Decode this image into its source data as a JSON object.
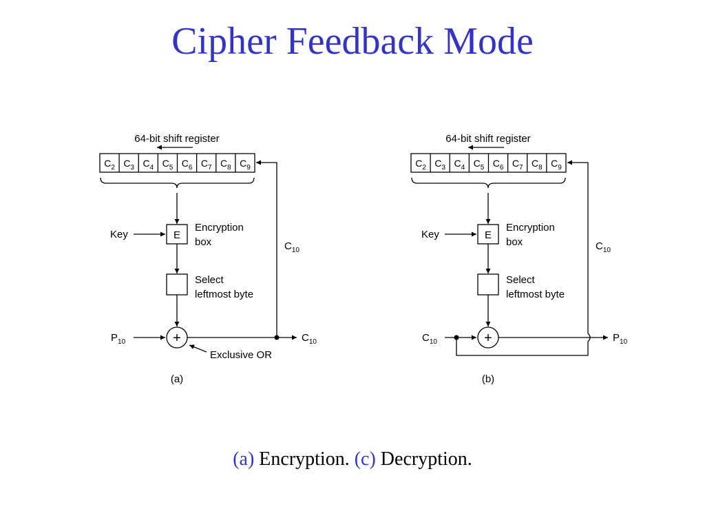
{
  "title": "Cipher Feedback Mode",
  "colors": {
    "title": "#3333cc",
    "caption_accent": "#3333cc",
    "diagram_ink": "#000000"
  },
  "panels": [
    {
      "id": "a",
      "shift_register_label": "64-bit shift register",
      "register_cells": [
        {
          "base": "C",
          "sub": "2"
        },
        {
          "base": "C",
          "sub": "3"
        },
        {
          "base": "C",
          "sub": "4"
        },
        {
          "base": "C",
          "sub": "5"
        },
        {
          "base": "C",
          "sub": "6"
        },
        {
          "base": "C",
          "sub": "7"
        },
        {
          "base": "C",
          "sub": "8"
        },
        {
          "base": "C",
          "sub": "9"
        }
      ],
      "key_label": "Key",
      "encryption_box_text": "E",
      "encryption_box_label": [
        "Encryption",
        "box"
      ],
      "select_label": [
        "Select",
        "leftmost byte"
      ],
      "feedback_label": {
        "base": "C",
        "sub": "10"
      },
      "xor_symbol": "+",
      "input_label": {
        "base": "P",
        "sub": "10"
      },
      "output_label": {
        "base": "C",
        "sub": "10"
      },
      "xor_annotation": "Exclusive OR",
      "panel_label": "(a)"
    },
    {
      "id": "b",
      "shift_register_label": "64-bit shift register",
      "register_cells": [
        {
          "base": "C",
          "sub": "2"
        },
        {
          "base": "C",
          "sub": "3"
        },
        {
          "base": "C",
          "sub": "4"
        },
        {
          "base": "C",
          "sub": "5"
        },
        {
          "base": "C",
          "sub": "6"
        },
        {
          "base": "C",
          "sub": "7"
        },
        {
          "base": "C",
          "sub": "8"
        },
        {
          "base": "C",
          "sub": "9"
        }
      ],
      "key_label": "Key",
      "encryption_box_text": "E",
      "encryption_box_label": [
        "Encryption",
        "box"
      ],
      "select_label": [
        "Select",
        "leftmost byte"
      ],
      "feedback_label": {
        "base": "C",
        "sub": "10"
      },
      "xor_symbol": "+",
      "input_label": {
        "base": "C",
        "sub": "10"
      },
      "output_label": {
        "base": "P",
        "sub": "10"
      },
      "panel_label": "(b)"
    }
  ],
  "caption": {
    "part1_marker": "(a)",
    "part1_text": " Encryption.  ",
    "part2_marker": "(c)",
    "part2_text": " Decryption."
  }
}
